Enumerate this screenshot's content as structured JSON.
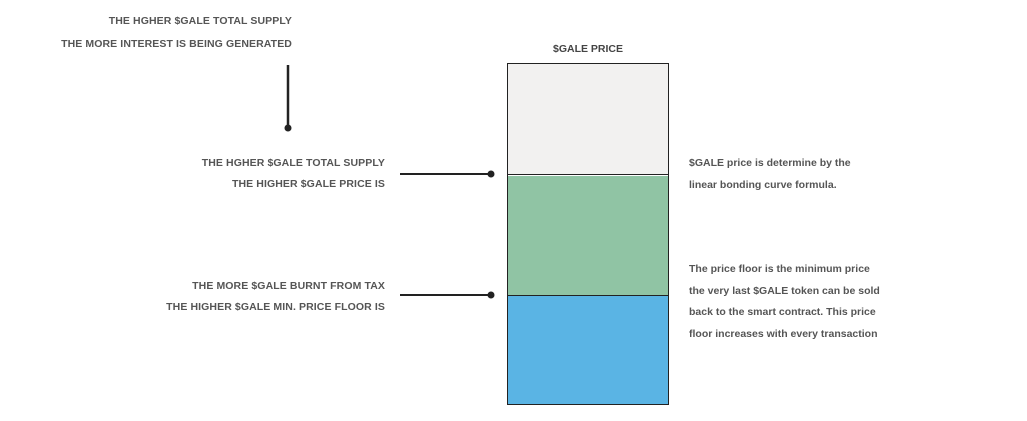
{
  "top_note": {
    "line1": "THE HGHER $GALE  TOTAL SUPPLY",
    "line2": "THE MORE INTEREST IS BEING GENERATED"
  },
  "price_column": {
    "title": "$GALE PRICE",
    "segments": [
      {
        "name": "upper",
        "color": "#f2f1f0"
      },
      {
        "name": "price",
        "color": "#90c4a4"
      },
      {
        "name": "price-floor",
        "color": "#5ab4e4"
      }
    ]
  },
  "left_labels": {
    "supply": {
      "line1": "THE HGHER $GALE TOTAL SUPPLY",
      "line2": "THE HIGHER $GALE PRICE IS"
    },
    "burn": {
      "line1": "THE MORE $GALE BURNT FROM TAX",
      "line2": "THE HIGHER $GALE MIN. PRICE FLOOR IS"
    }
  },
  "right_descriptions": {
    "price": {
      "line1": "$GALE price is determine by the",
      "line2": "linear bonding curve formula."
    },
    "floor": {
      "line1": "The price floor is the minimum price",
      "line2": "the very last $GALE token can be sold",
      "line3": "back to the smart contract. This price",
      "line4": "floor increases with every transaction"
    }
  },
  "colors": {
    "text": "#555555",
    "line": "#222222"
  }
}
